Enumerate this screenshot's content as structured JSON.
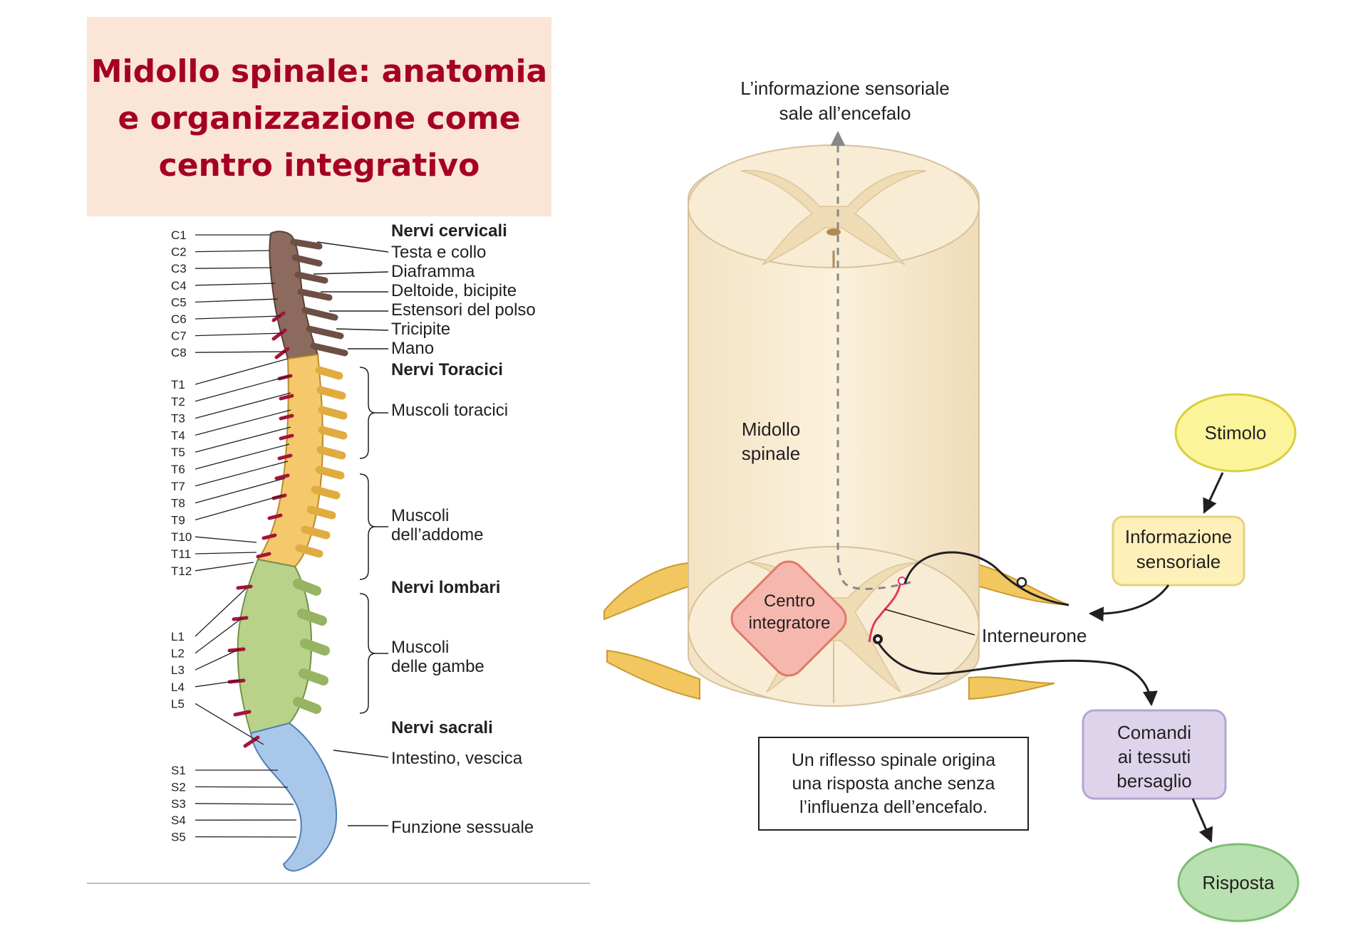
{
  "title": {
    "lines": [
      "Midollo spinale: anatomia",
      "e organizzazione come",
      "centro integrativo"
    ]
  },
  "spine_levels": {
    "cervical": [
      "C1",
      "C2",
      "C3",
      "C4",
      "C5",
      "C6",
      "C7",
      "C8"
    ],
    "thoracic": [
      "T1",
      "T2",
      "T3",
      "T4",
      "T5",
      "T6",
      "T7",
      "T8",
      "T9",
      "T10",
      "T11",
      "T12"
    ],
    "lumbar": [
      "L1",
      "L2",
      "L3",
      "L4",
      "L5"
    ],
    "sacral": [
      "S1",
      "S2",
      "S3",
      "S4",
      "S5"
    ]
  },
  "nerve_groups": {
    "cervicali": "Nervi cervicali",
    "testa": "Testa e collo",
    "diaframma": "Diaframma",
    "deltoide": "Deltoide, bicipite",
    "estensori": "Estensori del polso",
    "tricipite": "Tricipite",
    "mano": "Mano",
    "toracici": "Nervi Toracici",
    "muscoli_toracici": "Muscoli toracici",
    "addome_1": "Muscoli",
    "addome_2": "dell’addome",
    "lombari": "Nervi lombari",
    "gambe_1": "Muscoli",
    "gambe_2": "delle gambe",
    "sacrali": "Nervi sacrali",
    "intestino": "Intestino, vescica",
    "sessuale": "Funzione sessuale"
  },
  "cord": {
    "ascend_1": "L’informazione sensoriale",
    "ascend_2": "sale all’encefalo",
    "midollo_1": "Midollo",
    "midollo_2": "spinale",
    "centro_1": "Centro",
    "centro_2": "integratore",
    "interneurone": "Interneurone"
  },
  "flow": {
    "stimolo": "Stimolo",
    "info_1": "Informazione",
    "info_2": "sensoriale",
    "comandi_1": "Comandi",
    "comandi_2": "ai tessuti",
    "comandi_3": "bersaglio",
    "risposta": "Risposta"
  },
  "note": {
    "lines": [
      "Un riflesso spinale origina",
      "una risposta anche senza",
      "l’influenza dell’encefalo."
    ]
  },
  "colors": {
    "title": "#a50021",
    "title_bg": "#fbe5d6",
    "cervical": "#8c6a5d",
    "thoracic": "#f5c96b",
    "lumbar": "#b9d28a",
    "sacral": "#a9c7e8",
    "nerve": "#a5143a",
    "stimolo": "#fbf49a",
    "info": "#fdf0b8",
    "comandi": "#ddd4ec",
    "risposta": "#b9e0b1",
    "centro": "#f6b8ae"
  }
}
